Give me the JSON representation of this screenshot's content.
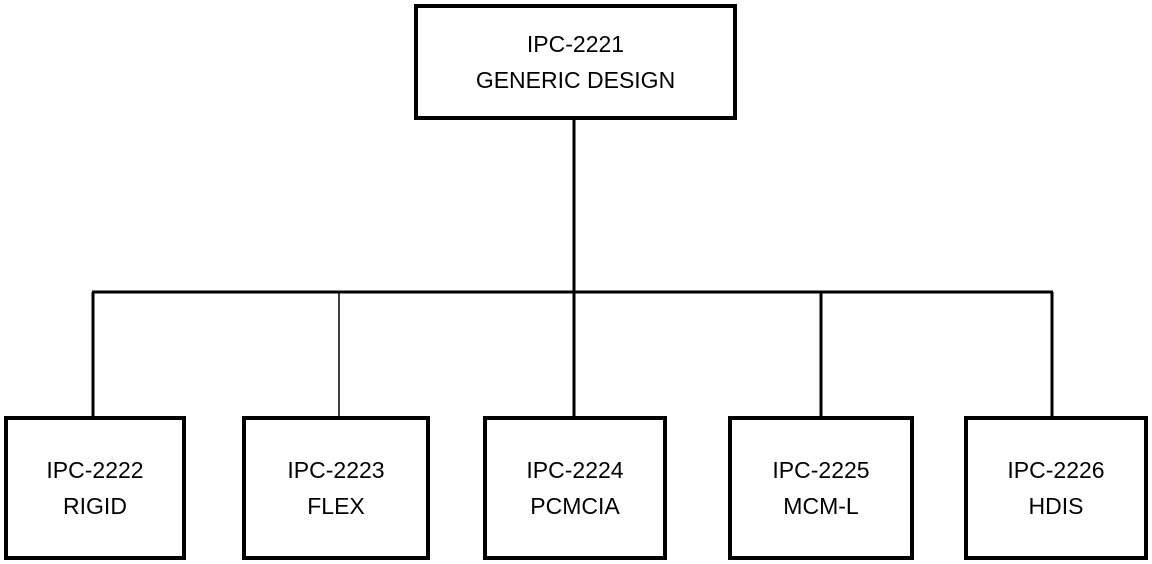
{
  "root": {
    "code": "IPC-2221",
    "name": "GENERIC DESIGN"
  },
  "children": [
    {
      "code": "IPC-2222",
      "name": "RIGID"
    },
    {
      "code": "IPC-2223",
      "name": "FLEX"
    },
    {
      "code": "IPC-2224",
      "name": "PCMCIA"
    },
    {
      "code": "IPC-2225",
      "name": "MCM-L"
    },
    {
      "code": "IPC-2226",
      "name": "HDIS"
    }
  ]
}
